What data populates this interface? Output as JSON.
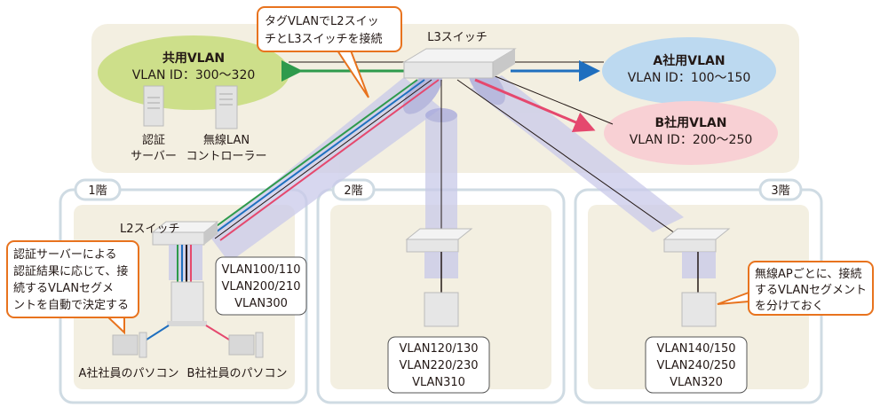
{
  "core": {
    "l3_switch_label": "L3スイッチ",
    "callout_tag_vlan": [
      "タグVLANでL2スイッ",
      "チとL3スイッチを接続"
    ],
    "shared_vlan": {
      "title": "共用VLAN",
      "id": "VLAN ID：300〜320",
      "color": "#cddf8a"
    },
    "company_a_vlan": {
      "title": "A社用VLAN",
      "id": "VLAN ID：100〜150",
      "color": "#bcd9f0"
    },
    "company_b_vlan": {
      "title": "B社用VLAN",
      "id": "VLAN ID：200〜250",
      "color": "#f8d0d4"
    },
    "auth_server_label": [
      "認証",
      "サーバー"
    ],
    "wlan_controller_label": [
      "無線LAN",
      "コントローラー"
    ]
  },
  "floors": [
    {
      "label": "1階",
      "l2_switch_label": "L2スイッチ",
      "vlans": [
        "VLAN100/110",
        "VLAN200/210",
        "VLAN300"
      ],
      "callout": [
        "認証サーバーによる",
        "認証結果に応じて、接",
        "続するVLANセグメ",
        "ントを自動で決定する"
      ],
      "pc_a_label": "A社社員のパソコン",
      "pc_b_label": "B社社員のパソコン"
    },
    {
      "label": "2階",
      "vlans": [
        "VLAN120/130",
        "VLAN220/230",
        "VLAN310"
      ]
    },
    {
      "label": "3階",
      "vlans": [
        "VLAN140/150",
        "VLAN240/250",
        "VLAN320"
      ],
      "callout": [
        "無線APごとに、接続",
        "するVLANセグメント",
        "を分けておく"
      ]
    }
  ],
  "colors": {
    "panel_bg": "#f3efe1",
    "floor_border": "#cfdbe3",
    "callout_border": "#e8731e",
    "vlan_green": "#2e9a4c",
    "vlan_blue": "#1f6fbf",
    "vlan_pink": "#e5486e",
    "tube": "#b8b9e0"
  }
}
